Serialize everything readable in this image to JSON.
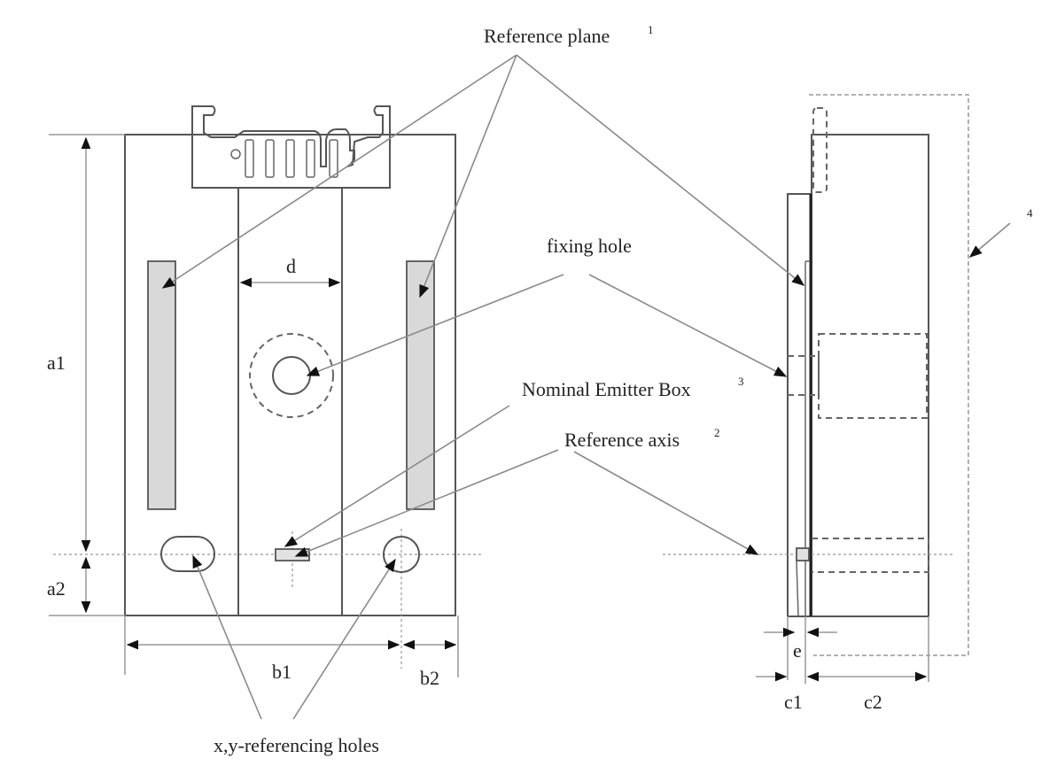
{
  "figure": {
    "labels": {
      "reference_plane": "Reference plane",
      "reference_plane_note": "1",
      "fixing_hole": "fixing hole",
      "nominal_emitter_box": "Nominal Emitter Box",
      "nominal_emitter_box_note": "3",
      "reference_axis": "Reference axis",
      "reference_axis_note": "2",
      "xy_referencing_holes": "x,y-referencing holes",
      "callout_4": "4"
    },
    "dimensions": {
      "a1": "a1",
      "a2": "a2",
      "b1": "b1",
      "b2": "b2",
      "c1": "c1",
      "c2": "c2",
      "d": "d",
      "e": "e"
    }
  }
}
